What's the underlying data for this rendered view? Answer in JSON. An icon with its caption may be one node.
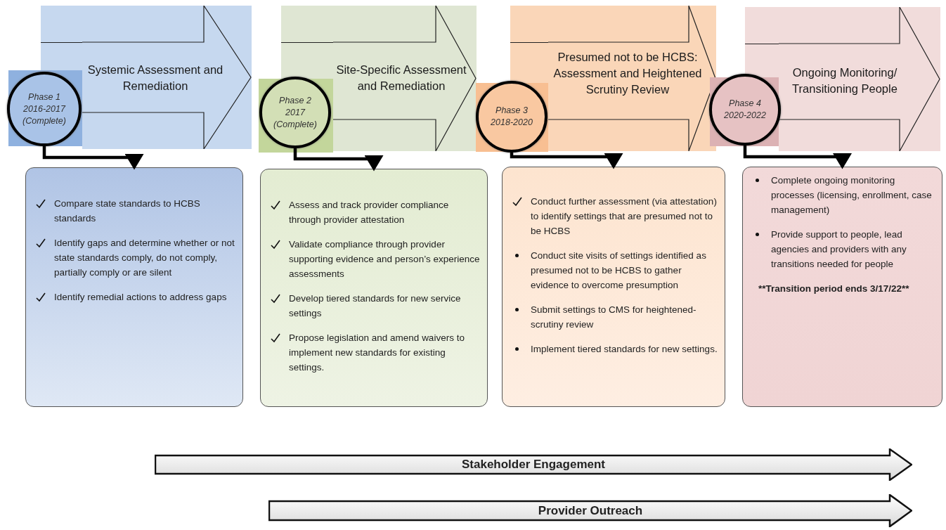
{
  "diagram": {
    "nodes": [
      {
        "text": [
          "Systemic Assessment and Remediation"
        ]
      },
      {
        "text": [
          "Phase 1",
          "2016-2017 (Complete)"
        ]
      },
      {
        "text": [
          "Compare state standards to HCBS standards",
          "Identify gaps and determine whether or not state standards comply, do not comply, partially comply or are silent",
          "Identify remedial actions to address gaps"
        ]
      },
      {
        "text": [
          "Site-Specific Assessment and Remediation"
        ]
      },
      {
        "text": [
          "Phase 2",
          "2017 (Complete)"
        ]
      },
      {
        "text": [
          "Assess and track provider compliance through provider attestation",
          "Validate compliance through provider supporting evidence and person’s experience assessments",
          "Develop tiered standards for new service settings",
          "Propose legislation and amend waivers to implement new standards for existing settings."
        ]
      },
      {
        "text": [
          "Presumed not to be HCBS: Assessment and Heightened Scrutiny Review"
        ]
      },
      {
        "text": [
          "Phase 3",
          "2018-2020"
        ]
      },
      {
        "text": [
          "Conduct further assessment (via attestation) to identify settings that are presumed not to be HCBS",
          "Conduct site visits of settings identified as presumed not to be HCBS to gather evidence to overcome presumption",
          "Submit settings to CMS for heightened-scrutiny review",
          "Implement tiered standards for new settings."
        ]
      },
      {
        "text": [
          "Ongoing Monitoring/ Transitioning People"
        ]
      },
      {
        "text": [
          "Phase 4",
          "2020-2022"
        ]
      },
      {
        "text": [
          "Complete ongoing monitoring processes (licensing, enrollment, case management)",
          "Provide support to people, lead agencies and providers with any transitions needed for people",
          "**Transition period ends 3/17/22**"
        ]
      },
      {
        "text": [
          "Stakeholder Engagement"
        ]
      },
      {
        "text": [
          "Provider Outreach"
        ]
      }
    ],
    "edges": [
      {
        "from": 1,
        "to": 2,
        "arrow": "to"
      },
      {
        "from": 4,
        "to": 5,
        "arrow": "to"
      },
      {
        "from": 7,
        "to": 8,
        "arrow": "to"
      },
      {
        "from": 10,
        "to": 11,
        "arrow": "to"
      }
    ]
  }
}
